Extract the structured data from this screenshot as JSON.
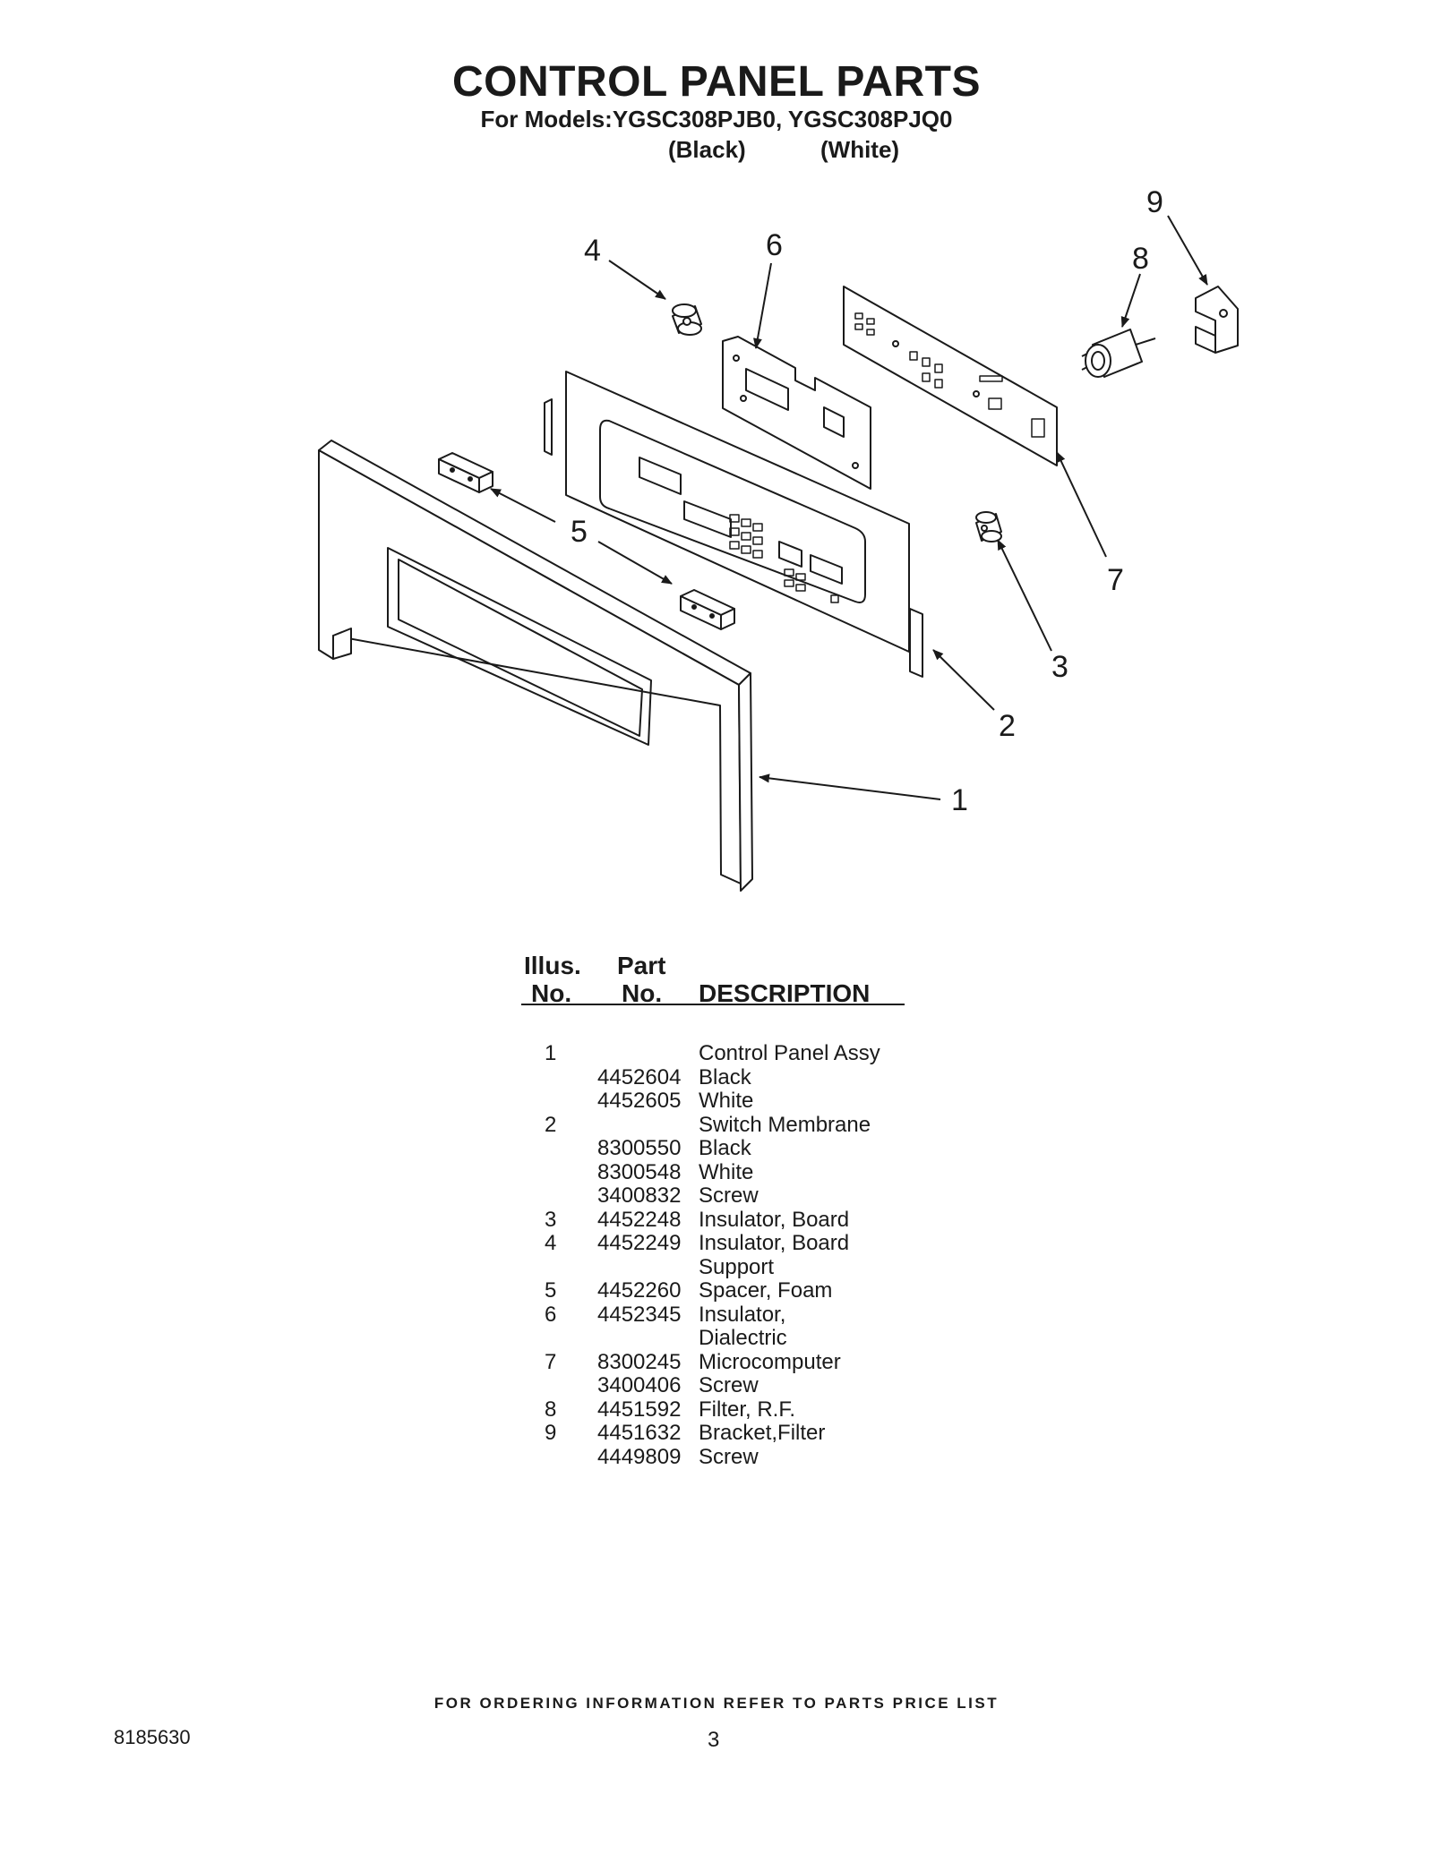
{
  "header": {
    "title": "CONTROL PANEL PARTS",
    "subtitle": "For Models:YGSC308PJB0, YGSC308PJQ0",
    "variant_black": "(Black)",
    "variant_white": "(White)"
  },
  "diagram": {
    "callouts": [
      "1",
      "2",
      "3",
      "4",
      "5",
      "6",
      "7",
      "8",
      "9"
    ]
  },
  "table": {
    "col_illus_1": "Illus.",
    "col_illus_2": "No.",
    "col_part_1": "Part",
    "col_part_2": "No.",
    "col_desc": "DESCRIPTION",
    "rows": [
      {
        "illus": "1",
        "part": "",
        "desc": "Control Panel Assy"
      },
      {
        "illus": "",
        "part": "4452604",
        "desc": "Black"
      },
      {
        "illus": "",
        "part": "4452605",
        "desc": "White"
      },
      {
        "illus": "2",
        "part": "",
        "desc": "Switch Membrane"
      },
      {
        "illus": "",
        "part": "8300550",
        "desc": "Black"
      },
      {
        "illus": "",
        "part": "8300548",
        "desc": "White"
      },
      {
        "illus": "",
        "part": "3400832",
        "desc": "Screw"
      },
      {
        "illus": "3",
        "part": "4452248",
        "desc": "Insulator, Board"
      },
      {
        "illus": "4",
        "part": "4452249",
        "desc": "Insulator, Board"
      },
      {
        "illus": "",
        "part": "",
        "desc": "Support"
      },
      {
        "illus": "5",
        "part": "4452260",
        "desc": "Spacer, Foam"
      },
      {
        "illus": "6",
        "part": "4452345",
        "desc": "Insulator,"
      },
      {
        "illus": "",
        "part": "",
        "desc": "Dialectric"
      },
      {
        "illus": "7",
        "part": "8300245",
        "desc": "Microcomputer"
      },
      {
        "illus": "",
        "part": "3400406",
        "desc": "Screw"
      },
      {
        "illus": "8",
        "part": "4451592",
        "desc": "Filter, R.F."
      },
      {
        "illus": "9",
        "part": "4451632",
        "desc": "Bracket,Filter"
      },
      {
        "illus": "",
        "part": "4449809",
        "desc": "Screw"
      }
    ]
  },
  "footer": {
    "note": "FOR ORDERING INFORMATION REFER TO PARTS PRICE LIST",
    "doc_number": "8185630",
    "page_number": "3"
  }
}
